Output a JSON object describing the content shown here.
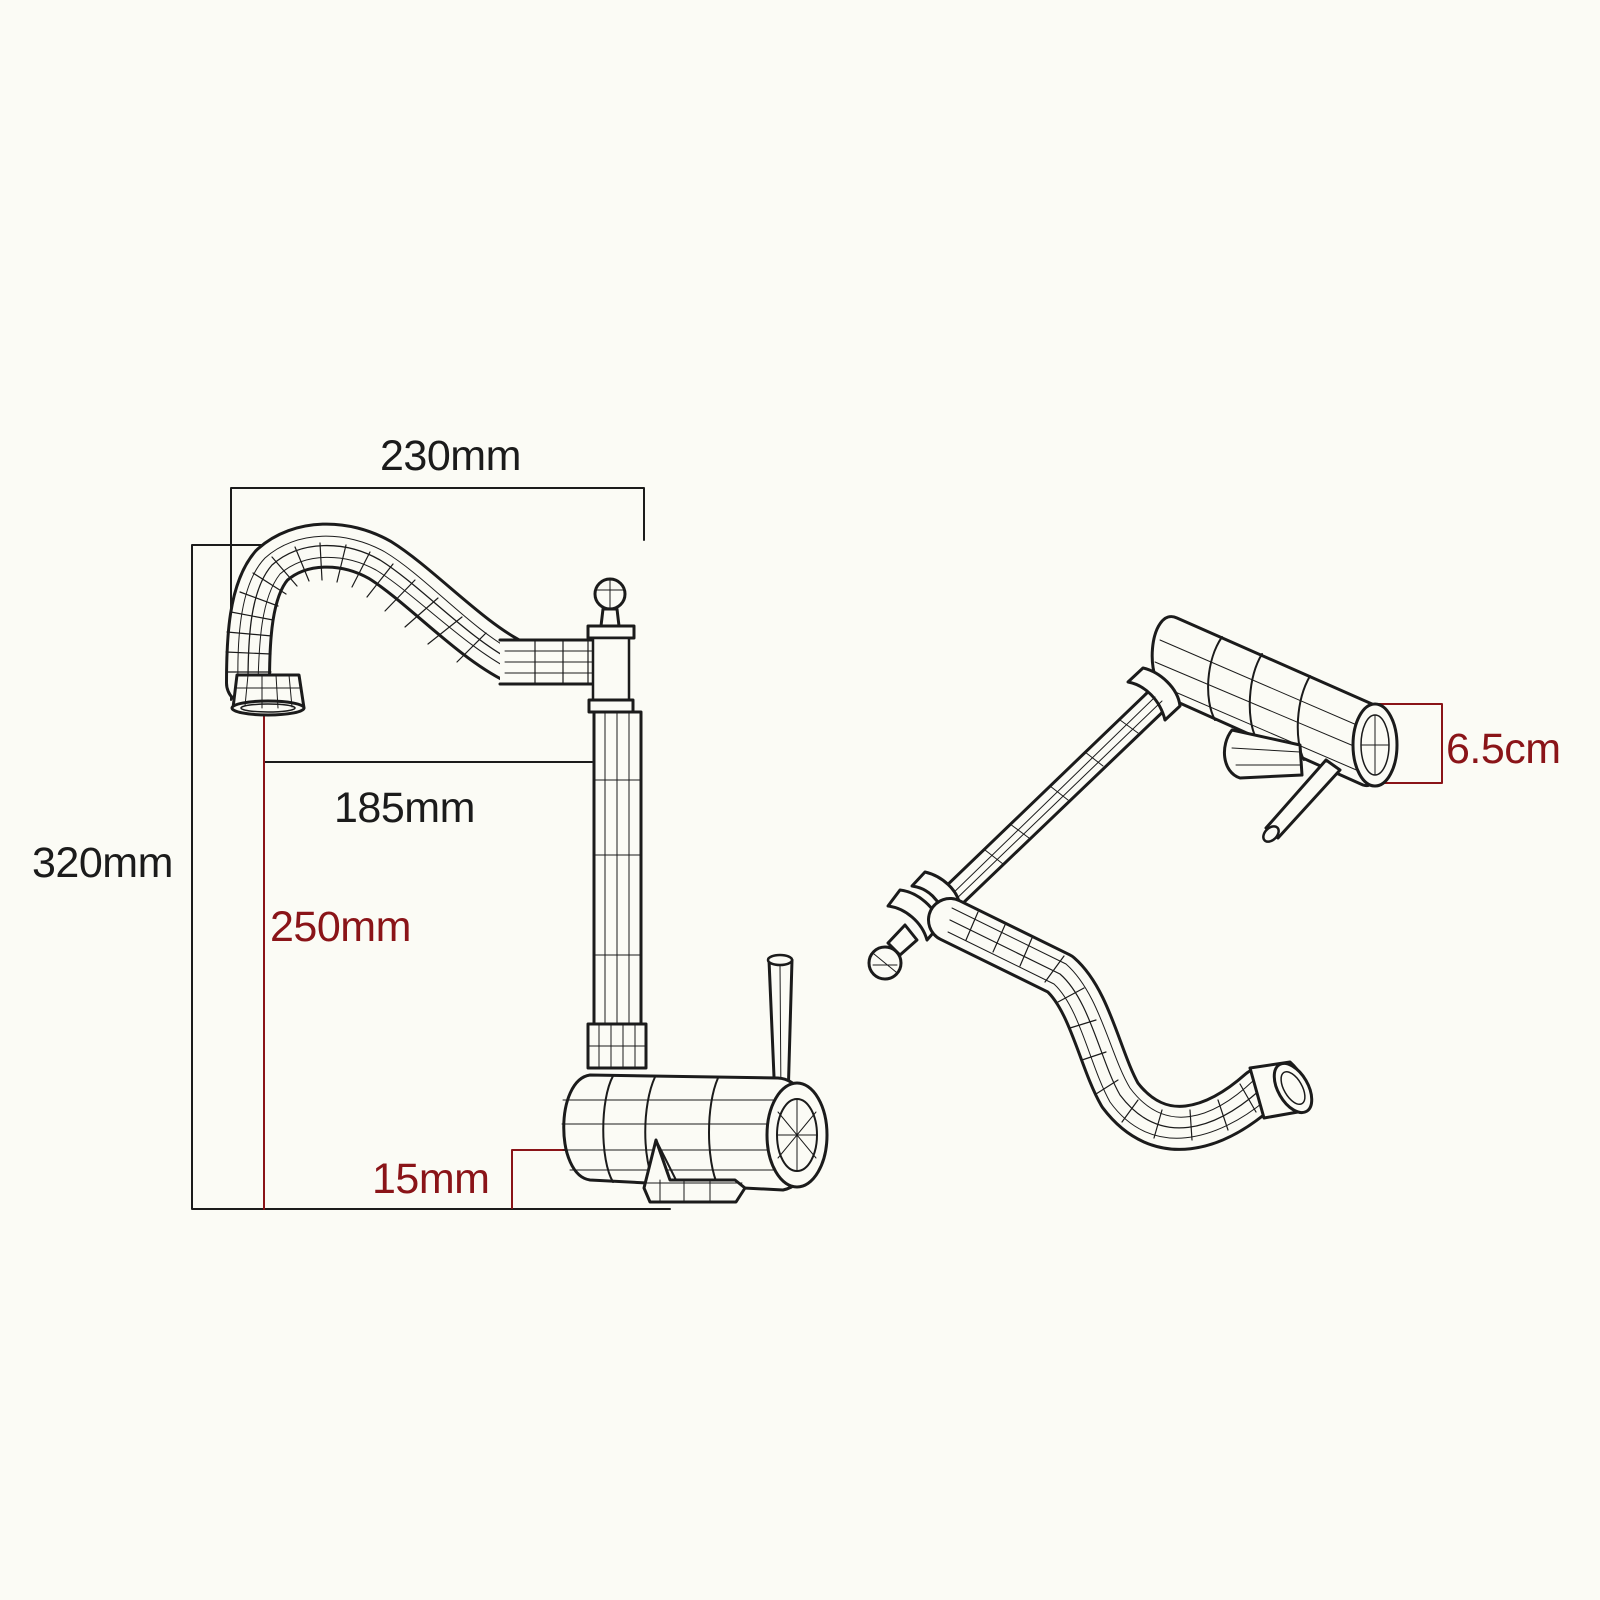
{
  "colors": {
    "background": "#fbfbf5",
    "line": "#1b1b1b",
    "accent": "#8a1418"
  },
  "dimensions": {
    "total_width": "230mm",
    "spout_reach": "185mm",
    "total_height": "320mm",
    "spout_height": "250mm",
    "base_height": "15mm",
    "spout_diameter": "6.5cm"
  }
}
